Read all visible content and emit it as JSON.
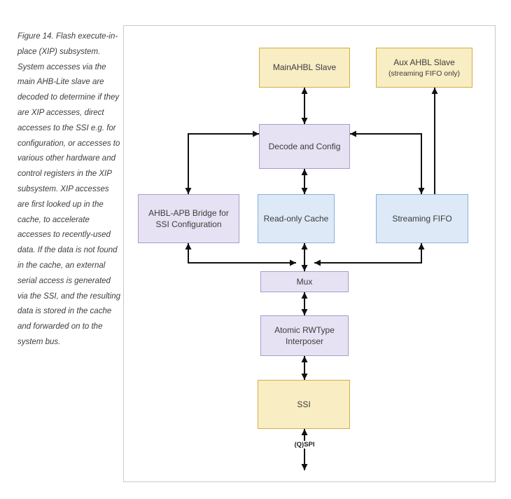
{
  "caption": "Figure 14. Flash execute-in-place (XIP) subsystem. System accesses via the main AHB-Lite slave are decoded to determine if they are XIP accesses, direct accesses to the SSI e.g. for configuration, or accesses to various other hardware and control registers in the XIP subsystem. XIP accesses are first looked up in the cache, to accelerate accesses to recently-used data. If the data is not found in the cache, an external serial access is generated via the SSI, and the resulting data is stored in the cache and forwarded on to the system bus.",
  "diagram": {
    "blocks": {
      "main_ahbl_slave": {
        "label": "MainAHBL Slave",
        "type": "yellow"
      },
      "aux_ahbl_slave": {
        "label": "Aux AHBL Slave",
        "sublabel": "(streaming FIFO only)",
        "type": "yellow"
      },
      "decode_config": {
        "label": "Decode and Config",
        "type": "purple"
      },
      "ahbl_apb_bridge": {
        "label": "AHBL-APB Bridge for SSI Configuration",
        "type": "purple"
      },
      "read_only_cache": {
        "label": "Read-only Cache",
        "type": "blue"
      },
      "streaming_fifo": {
        "label": "Streaming FIFO",
        "type": "blue"
      },
      "mux": {
        "label": "Mux",
        "type": "purple"
      },
      "atomic_interposer": {
        "label": "Atomic RWType Interposer",
        "type": "purple"
      },
      "ssi": {
        "label": "SSI",
        "type": "yellow"
      }
    },
    "qspi_label": "(Q)SPI",
    "colors": {
      "yellow_fill": "#f8edc3",
      "yellow_border": "#d2ae45",
      "purple_fill": "#e7e2f3",
      "purple_border": "#a79cc9",
      "blue_fill": "#dde9f6",
      "blue_border": "#88b0d8",
      "arrow": "#111111"
    }
  }
}
